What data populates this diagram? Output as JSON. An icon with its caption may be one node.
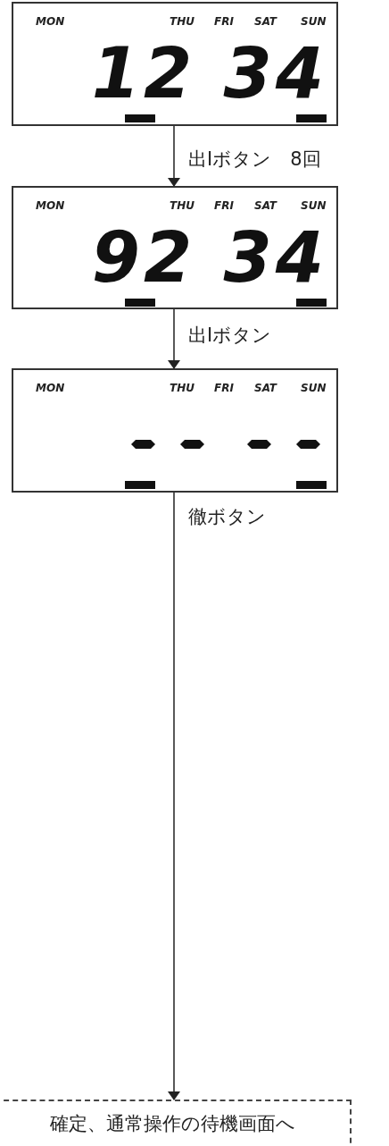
{
  "diagram": {
    "nodes": [
      {
        "text": [
          "MON",
          "THU",
          "FRI",
          "SAT",
          "SUN",
          "12 34"
        ]
      },
      {
        "text": [
          "MON",
          "THU",
          "FRI",
          "SAT",
          "SUN",
          "92 34"
        ]
      },
      {
        "text": [
          "MON",
          "THU",
          "FRI",
          "SAT",
          "SUN"
        ]
      },
      {
        "text": [
          "確定、通常操作の待機画面へ"
        ]
      }
    ],
    "edges": [
      {
        "from": 0,
        "to": 1,
        "arrow": "to",
        "label": "出Iボタン　8回"
      },
      {
        "from": 1,
        "to": 2,
        "arrow": "to",
        "label": "出Iボタン"
      },
      {
        "from": 2,
        "to": 3,
        "arrow": "to",
        "label": "徹ボタン"
      }
    ]
  }
}
